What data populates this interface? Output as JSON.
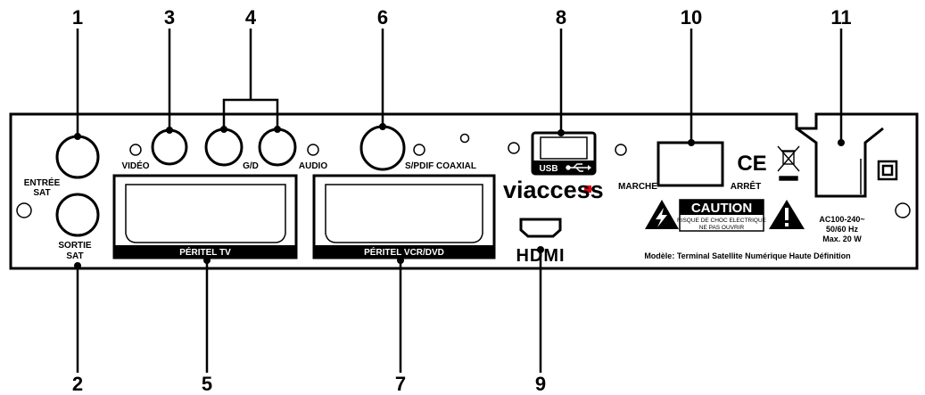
{
  "callouts": [
    "1",
    "2",
    "3",
    "4",
    "5",
    "6",
    "7",
    "8",
    "9",
    "10",
    "11"
  ],
  "labels": {
    "entree": "ENTRÉE",
    "entree_sat": "SAT",
    "sortie": "SORTIE",
    "sortie_sat": "SAT",
    "video": "VIDÉO",
    "gd": "G/D",
    "audio": "AUDIO",
    "spdif": "S/PDIF COAXIAL",
    "usb": "USB",
    "brand": "viaccess",
    "peritel_tv": "PÉRITEL TV",
    "peritel_vcr": "PÉRITEL VCR/DVD",
    "hdmi": "HDMI",
    "marche": "MARCHE",
    "arret": "ARRÊT",
    "ce": "CE",
    "caution": "CAUTION",
    "caution_line1": "RISQUE DE CHOC ELECTRIQUE",
    "caution_line2": "NE PAS OUVRIR",
    "power_line1": "AC100-240~",
    "power_line2": "50/60 Hz",
    "power_line3": "Max. 20 W",
    "model": "Modèle: Terminal Satellite Numérique Haute Définition"
  },
  "icons": [
    "usb-icon",
    "high-voltage-warning-icon",
    "exclamation-warning-icon",
    "weee-bin-icon",
    "double-insulation-icon"
  ],
  "colors": {
    "line": "#000000",
    "background": "#ffffff",
    "brand_dot": "#e30613"
  }
}
